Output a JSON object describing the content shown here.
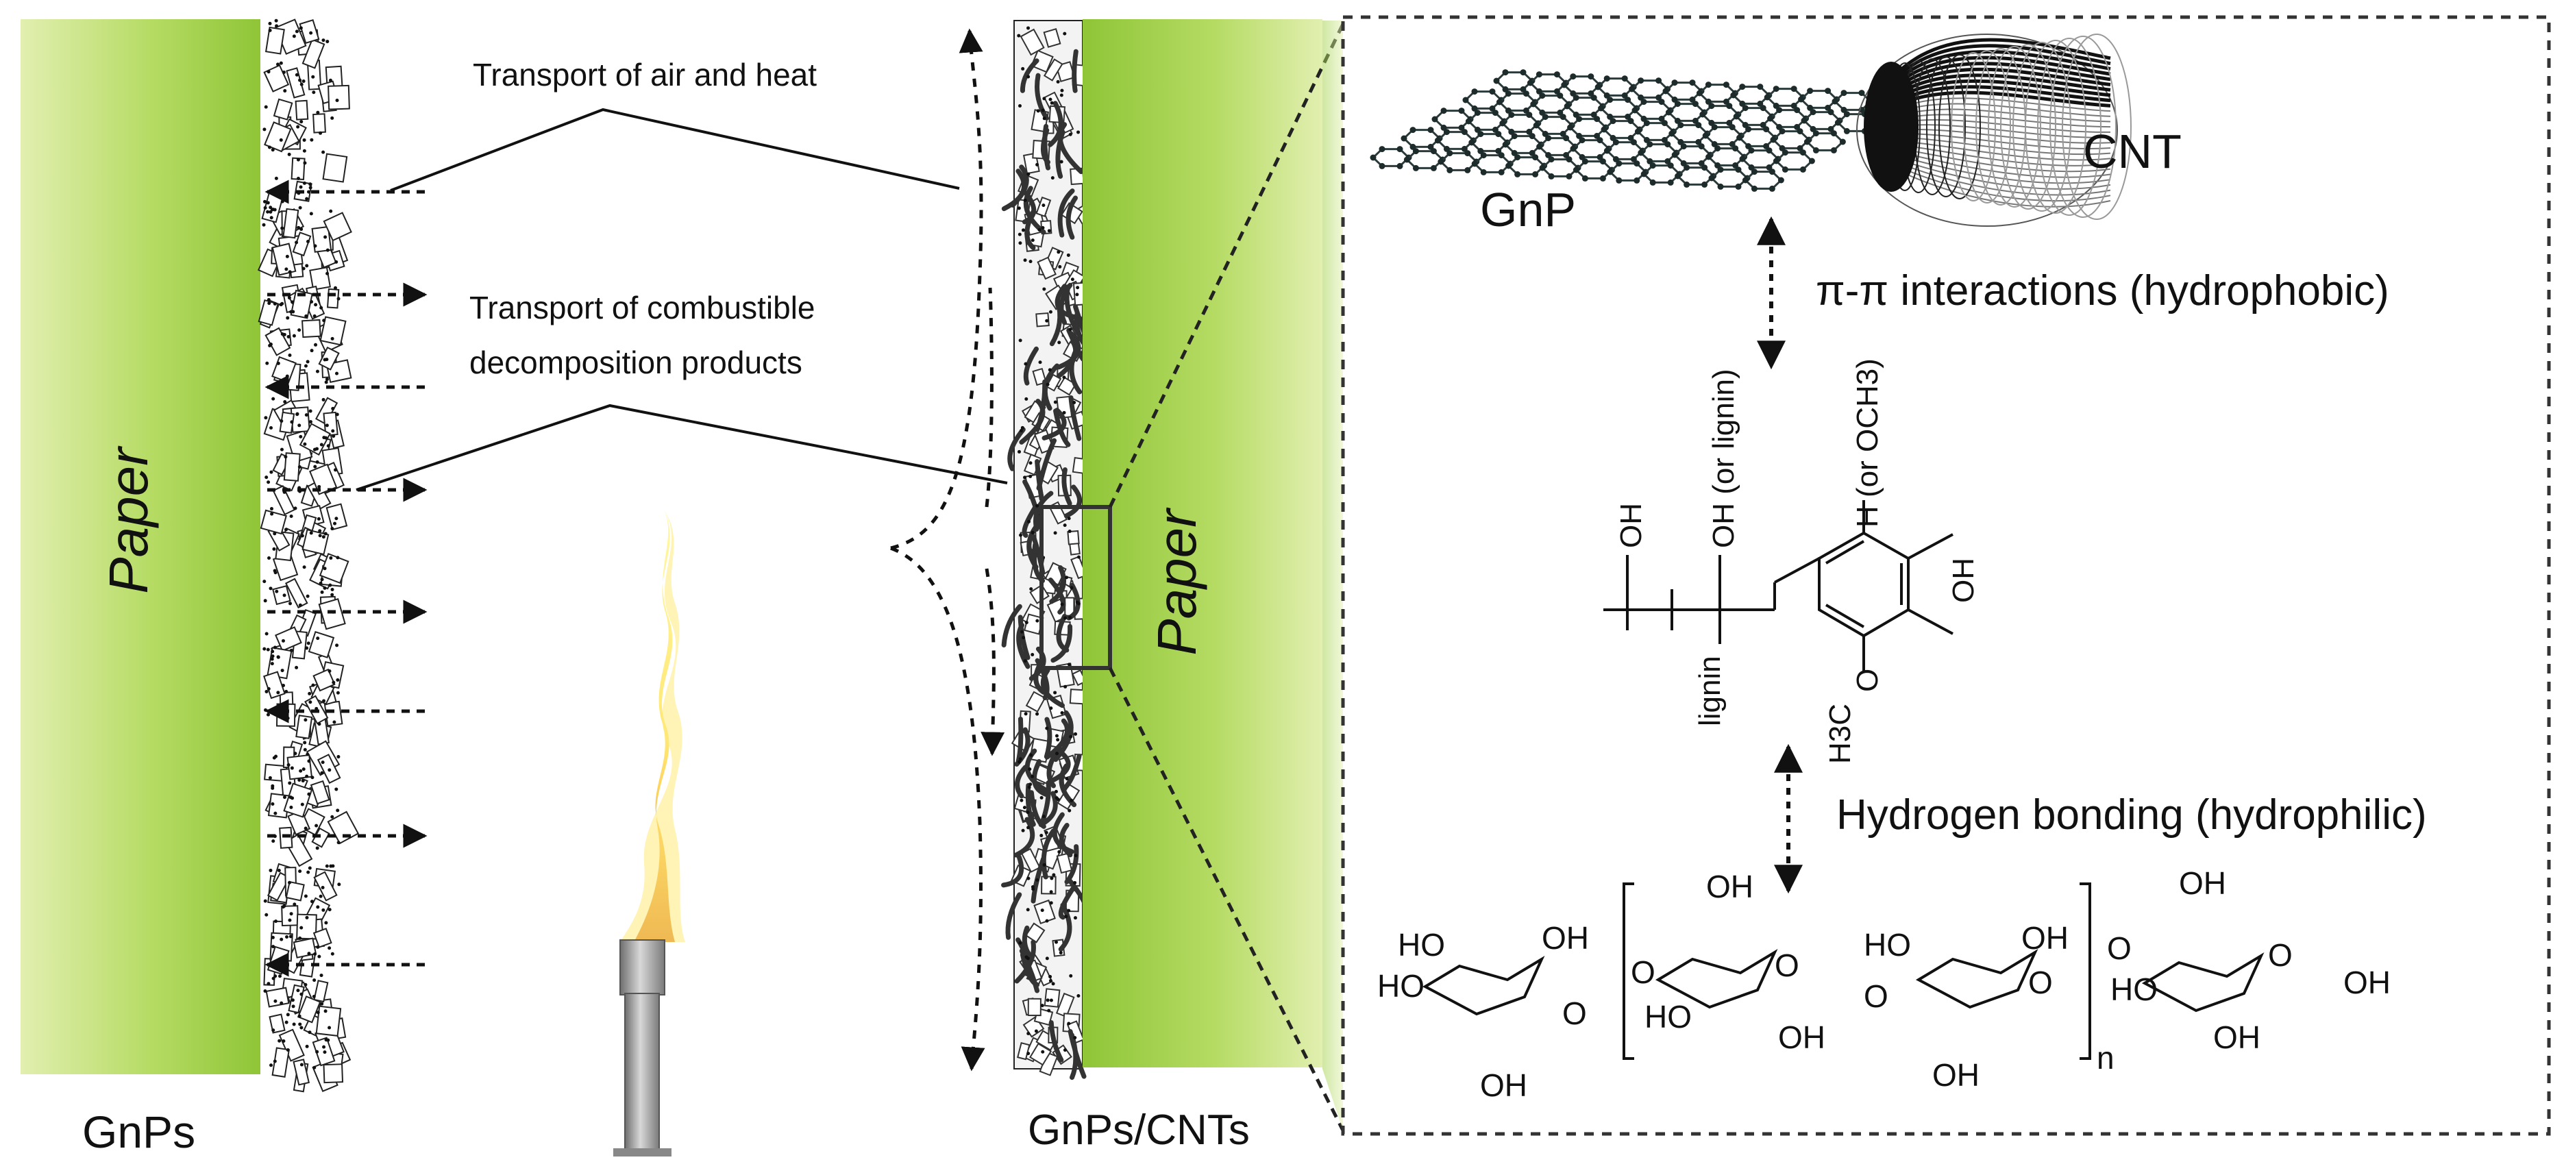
{
  "left_panel": {
    "paper_label": "Paper",
    "caption": "GnPs",
    "transport_air_heat": "Transport of air and heat",
    "transport_combustible_line1": "Transport of combustible",
    "transport_combustible_line2": "decomposition products"
  },
  "right_panel": {
    "paper_label": "Paper",
    "caption": "GnPs/CNTs"
  },
  "inset": {
    "gnp_label": "GnP",
    "cnt_label": "CNT",
    "pi_interactions": "π-π interactions (hydrophobic)",
    "hydrogen_bonding": "Hydrogen bonding (hydrophilic)",
    "lignin": {
      "oh_top": "OH",
      "oh_or_lignin": "OH (or lignin)",
      "h_or_och3": "H (or OCH3)",
      "oh_ring": "OH",
      "o_methoxy": "O",
      "h3c": "H3C",
      "lignin_label": "lignin"
    },
    "cellulose": {
      "oh": "OH",
      "ho": "HO",
      "o": "O",
      "n": "n"
    }
  },
  "colors": {
    "paper_green_dark": "#94c83c",
    "paper_green_light": "#d6ea9b",
    "flame_yellow": "#fff07a",
    "flame_orange": "#e08a1a",
    "burner_gray": "#9a9a9a"
  }
}
